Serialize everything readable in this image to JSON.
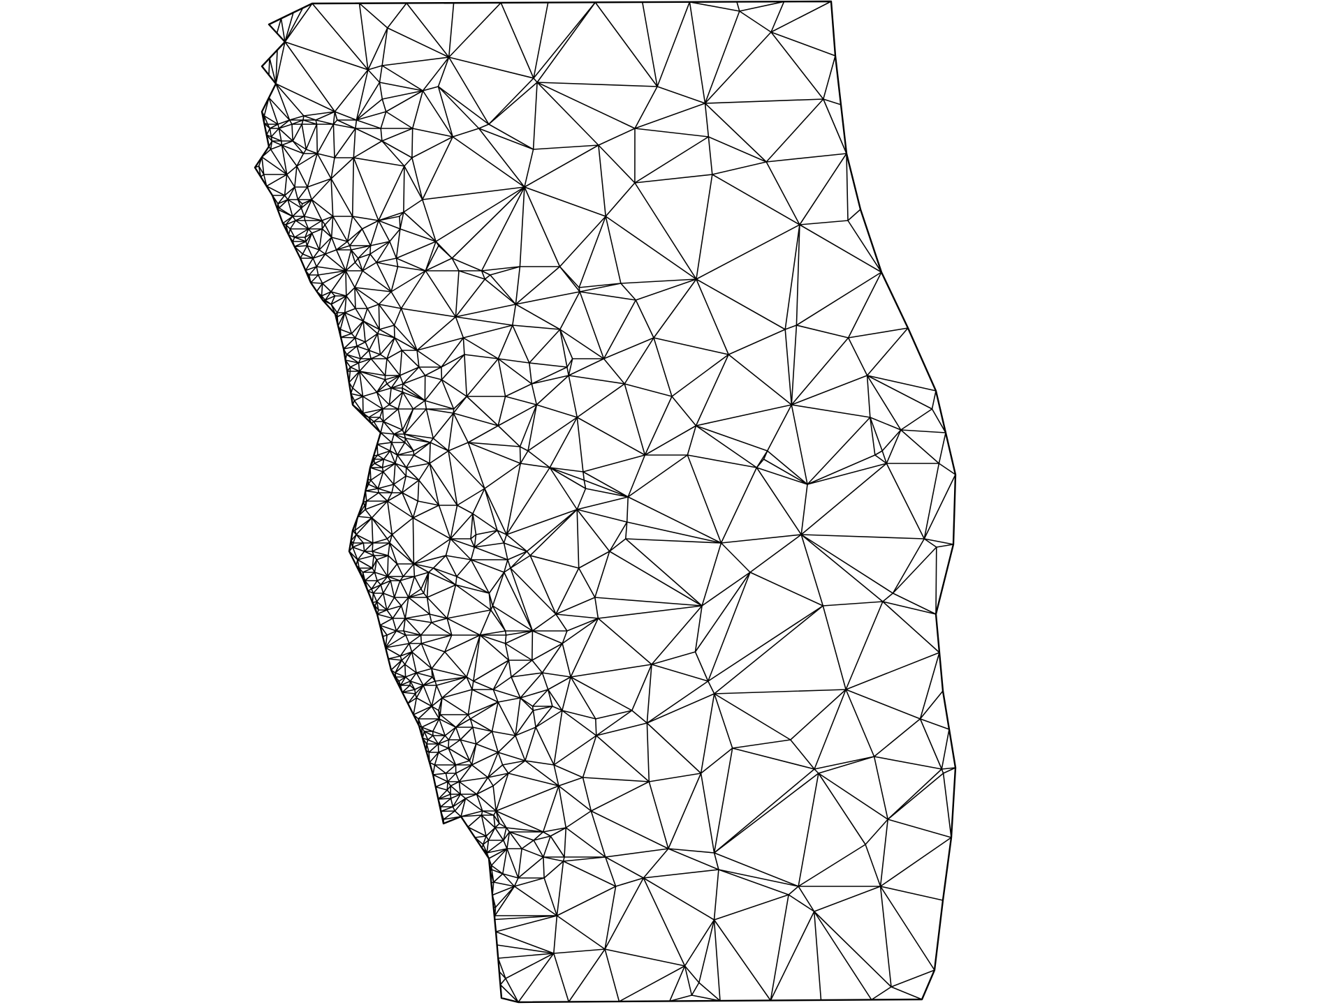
{
  "figure": {
    "kind": "triangular-mesh",
    "stroke_color": "#000000",
    "background_color": "#ffffff",
    "element_shape": "triangle",
    "refinement": "dense-along-left-coastline-coarse-toward-right-and-top-bottom"
  }
}
